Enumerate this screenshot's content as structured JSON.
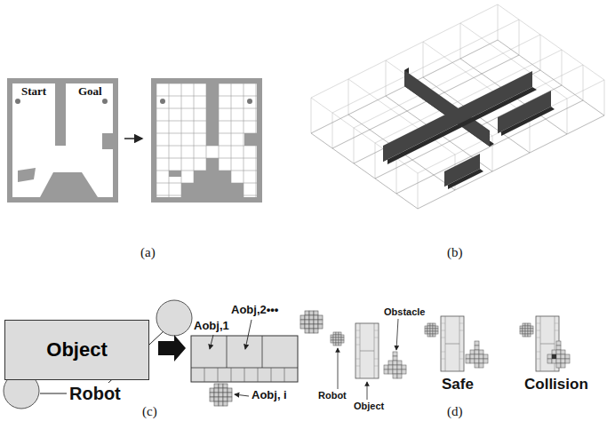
{
  "diagram": {
    "nodes": [
      {
        "text": [
          "Object"
        ]
      }
    ],
    "labels": [
      "Start",
      "Goal",
      "(a)",
      "(b)",
      "Robot",
      "Aobj,1",
      "Aobj,2•••",
      "Aobj, i",
      "(c)",
      "Robot",
      "Object",
      "Obstacle",
      "Safe",
      "Collision",
      "(d)"
    ]
  }
}
